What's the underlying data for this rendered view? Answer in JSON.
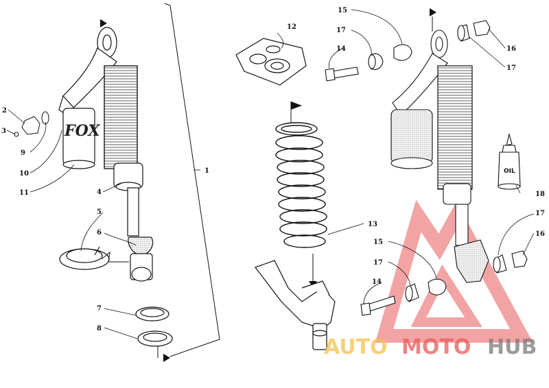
{
  "callouts": [
    {
      "id": "c1",
      "text": "1"
    },
    {
      "id": "c2",
      "text": "2"
    },
    {
      "id": "c3",
      "text": "3"
    },
    {
      "id": "c4",
      "text": "4"
    },
    {
      "id": "c5",
      "text": "5"
    },
    {
      "id": "c6",
      "text": "6"
    },
    {
      "id": "c7",
      "text": "7"
    },
    {
      "id": "c8",
      "text": "8"
    },
    {
      "id": "c9",
      "text": "9"
    },
    {
      "id": "c10",
      "text": "10"
    },
    {
      "id": "c11",
      "text": "11"
    },
    {
      "id": "c12",
      "text": "12"
    },
    {
      "id": "c13",
      "text": "13"
    },
    {
      "id": "c14a",
      "text": "14"
    },
    {
      "id": "c15a",
      "text": "15"
    },
    {
      "id": "c16a",
      "text": "16"
    },
    {
      "id": "c17a",
      "text": "17"
    },
    {
      "id": "c17b",
      "text": "17"
    },
    {
      "id": "c18",
      "text": "18"
    },
    {
      "id": "c17c",
      "text": "17"
    },
    {
      "id": "c16b",
      "text": "16"
    },
    {
      "id": "c15b",
      "text": "15"
    },
    {
      "id": "c17d",
      "text": "17"
    },
    {
      "id": "c14b",
      "text": "14"
    }
  ],
  "brand_mark": "FOX",
  "bottle_label": "OIL",
  "watermark": {
    "part1": "AUTO",
    "part2": "MOTO",
    "part3": "HUB",
    "color1": "#f2c14e",
    "color2": "#e85a5a",
    "color3": "#7a7a7a",
    "triangle_color": "#e85a5a"
  }
}
